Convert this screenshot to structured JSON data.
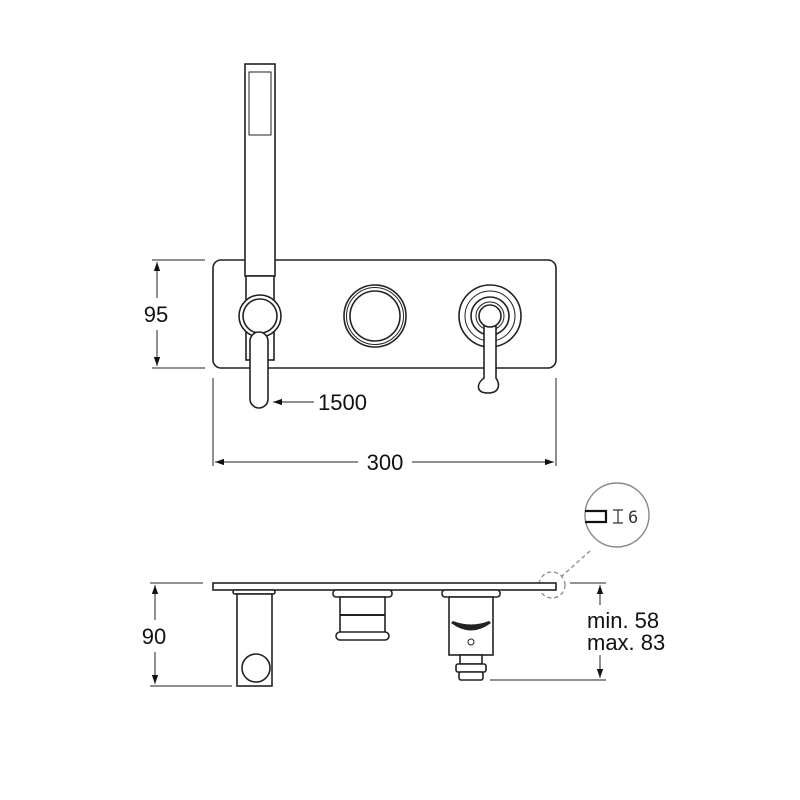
{
  "drawing": {
    "line_color": "#222222",
    "front_view": {
      "height_dim": "95",
      "hose_length_dim": "1500",
      "width_dim": "300"
    },
    "detail": {
      "plate_thickness": "6"
    },
    "side_view": {
      "depth_dim": "90",
      "min_label": "min. 58",
      "max_label": "max. 83"
    }
  }
}
